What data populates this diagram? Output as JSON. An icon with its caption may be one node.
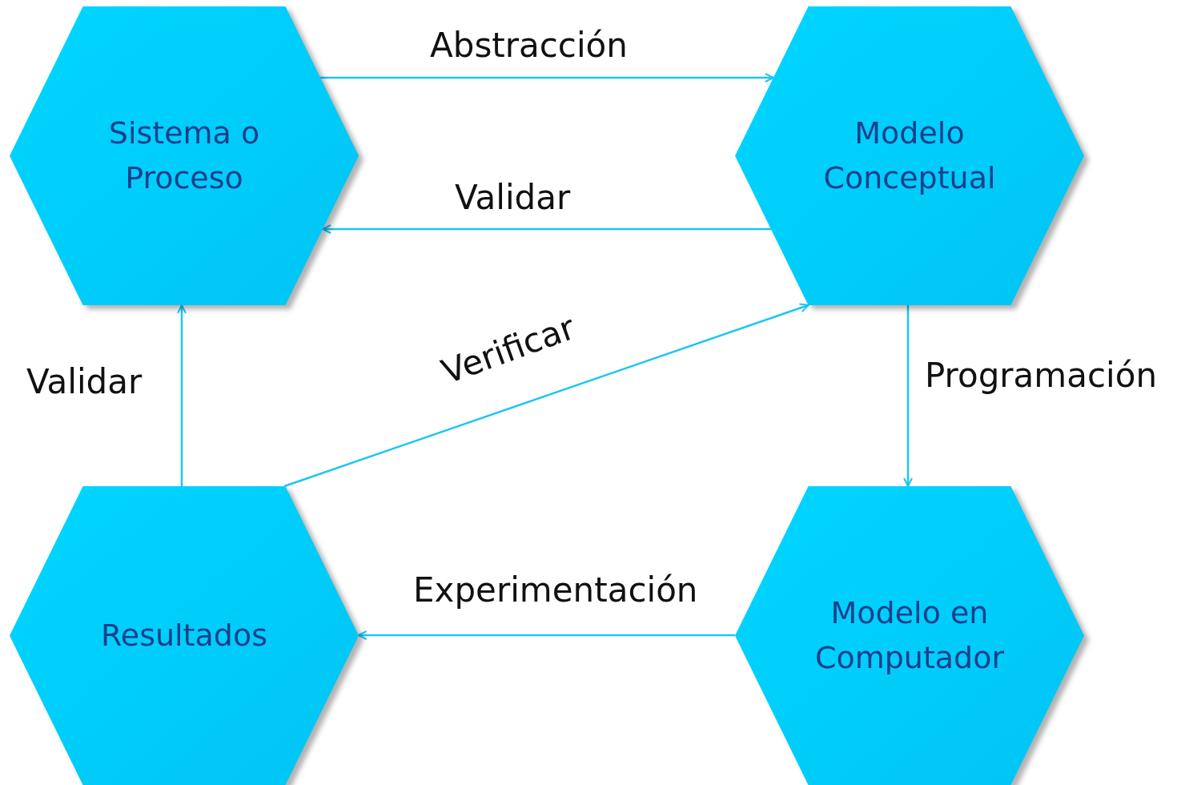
{
  "diagram": {
    "nodes": [
      {
        "text": [
          "Sistema o Proceso"
        ]
      },
      {
        "text": [
          "Modelo Conceptual"
        ]
      },
      {
        "text": [
          "Resultados"
        ]
      },
      {
        "text": [
          "Modelo en Computador"
        ]
      }
    ],
    "edges": [
      {
        "from": 0,
        "to": 1,
        "arrow": "to",
        "label": "Abstracción"
      },
      {
        "from": 1,
        "to": 0,
        "arrow": "to",
        "label": "Validar"
      },
      {
        "from": 2,
        "to": 0,
        "arrow": "to",
        "label": "Validar"
      },
      {
        "from": 2,
        "to": 1,
        "arrow": "to",
        "label": "Verificar"
      },
      {
        "from": 1,
        "to": 3,
        "arrow": "to",
        "label": "Programación"
      },
      {
        "from": 3,
        "to": 2,
        "arrow": "to",
        "label": "Experimentación"
      }
    ]
  }
}
